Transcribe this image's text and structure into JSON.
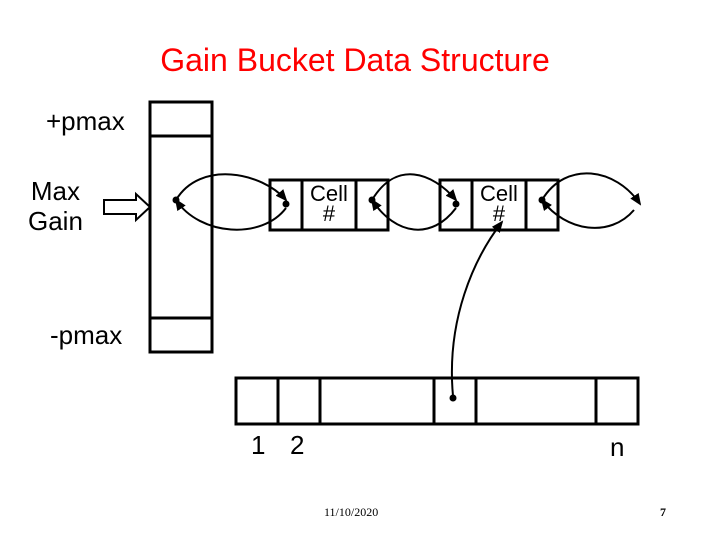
{
  "title": "Gain Bucket Data Structure",
  "colors": {
    "title": "#ff0000",
    "stroke": "#000000"
  },
  "labels": {
    "pmax": "+pmax",
    "max_gain": "Max\nGain",
    "neg_pmax": "-pmax",
    "cell_index_1": "1",
    "cell_index_2": "2",
    "cell_index_n": "n"
  },
  "cells": [
    {
      "text": "Cell\n#"
    },
    {
      "text": "Cell\n#"
    }
  ],
  "footer": {
    "date": "11/10/2020",
    "page": "7"
  }
}
